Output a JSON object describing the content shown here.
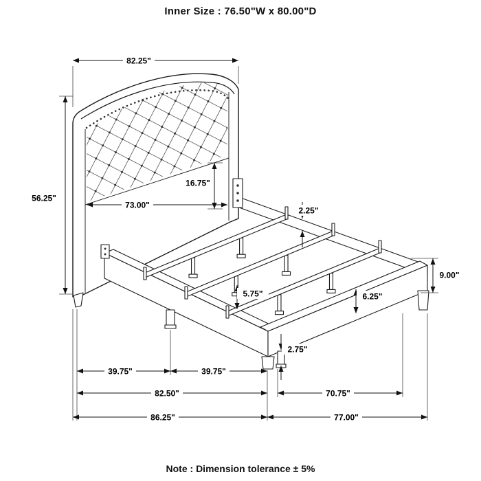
{
  "title": "Inner Size : 76.50\"W x 80.00\"D",
  "note": "Note : Dimension tolerance ± 5%",
  "dimensions": {
    "headboard_width": "82.25\"",
    "headboard_height": "56.25\"",
    "inner_headboard_width": "73.00\"",
    "panel_height": "16.75\"",
    "rail_top_thickness": "2.25\"",
    "frame_height": "9.00\"",
    "rail_face_height": "6.25\"",
    "slat_height": "5.75\"",
    "center_leg_height": "2.75\"",
    "slat_span_left": "39.75\"",
    "slat_span_right": "39.75\"",
    "side_rail_length": "82.50\"",
    "foot_inner_width": "70.75\"",
    "overall_depth": "86.25\"",
    "overall_width": "77.00\""
  }
}
